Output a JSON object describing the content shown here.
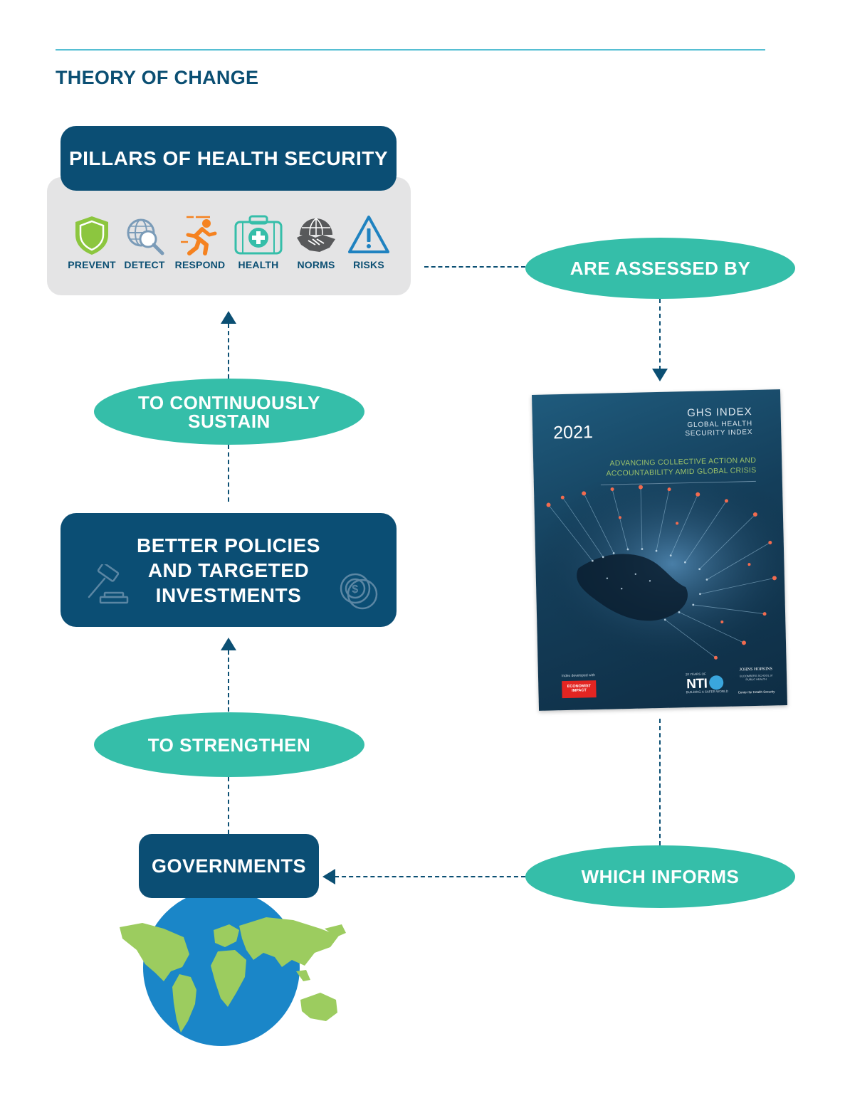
{
  "header": {
    "title": "THEORY OF CHANGE"
  },
  "pillars": {
    "title": "PILLARS OF HEALTH SECURITY",
    "items": [
      {
        "label": "PREVENT",
        "icon": "shield-icon",
        "color": "#8cc63f"
      },
      {
        "label": "DETECT",
        "icon": "magnifier-globe-icon",
        "color": "#7a9bb8"
      },
      {
        "label": "RESPOND",
        "icon": "running-person-icon",
        "color": "#f58220"
      },
      {
        "label": "HEALTH",
        "icon": "medical-kit-icon",
        "color": "#35bea9"
      },
      {
        "label": "NORMS",
        "icon": "handshake-globe-icon",
        "color": "#58595b"
      },
      {
        "label": "RISKS",
        "icon": "warning-triangle-icon",
        "color": "#1f82c0"
      }
    ]
  },
  "flow": {
    "assessed_by": "ARE ASSESSED BY",
    "sustain_line1": "TO CONTINUOUSLY",
    "sustain_line2": "SUSTAIN",
    "policies_line1": "BETTER POLICIES",
    "policies_line2": "AND TARGETED",
    "policies_line3": "INVESTMENTS",
    "strengthen": "TO STRENGTHEN",
    "governments": "GOVERNMENTS",
    "informs": "WHICH INFORMS"
  },
  "cover": {
    "year": "2021",
    "title": "GHS INDEX",
    "subtitle_line1": "GLOBAL HEALTH",
    "subtitle_line2": "SECURITY INDEX",
    "tagline": "ADVANCING COLLECTIVE ACTION AND ACCOUNTABILITY AMID GLOBAL CRISIS",
    "developed_with": "Index developed with",
    "partner_badge": "ECONOMIST IMPACT",
    "nti_years": "20 YEARS OF",
    "nti": "NTI",
    "nti_motto": "BUILDING A SAFER WORLD",
    "jh_name": "JOHNS HOPKINS",
    "jh_school": "BLOOMBERG SCHOOL of PUBLIC HEALTH",
    "jh_center": "Center for Health Security"
  },
  "colors": {
    "navy": "#0b4e74",
    "teal": "#35bea9",
    "panel": "#e4e4e5",
    "rule": "#56bfd3"
  }
}
